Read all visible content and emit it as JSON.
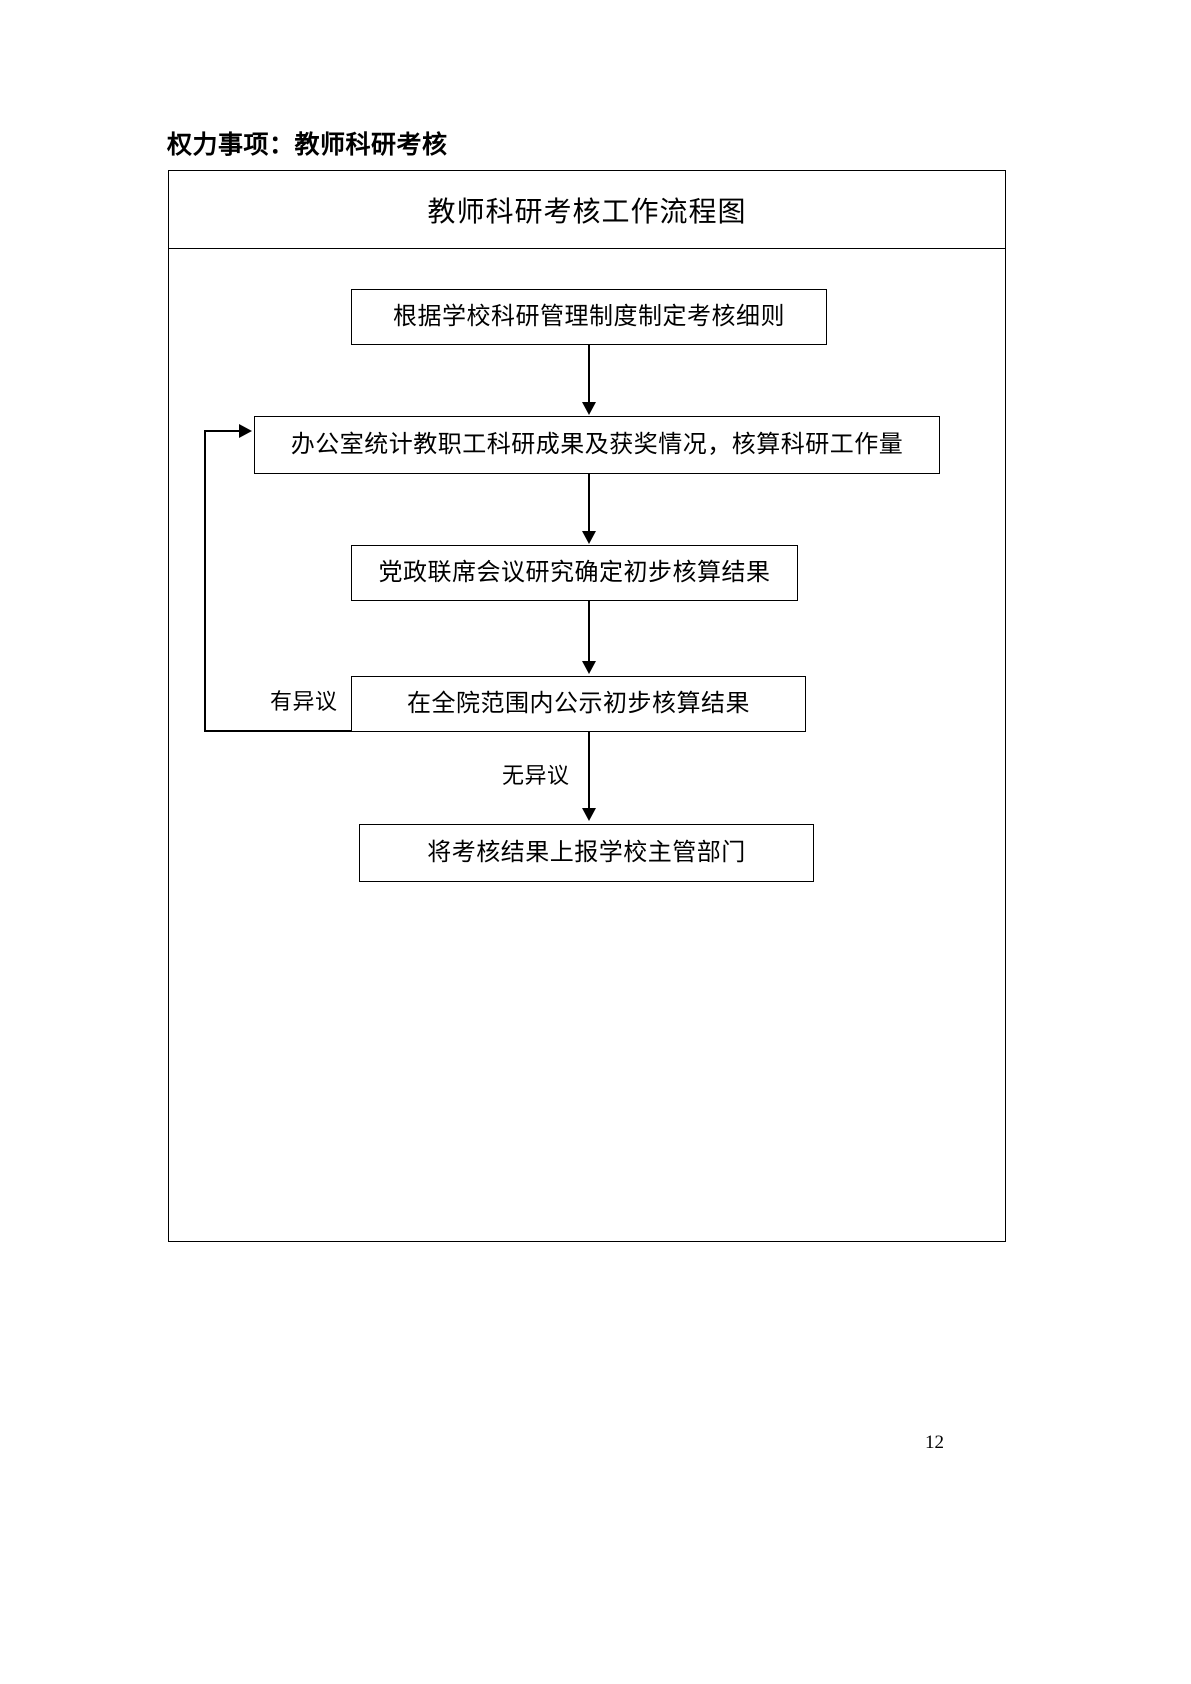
{
  "document": {
    "heading": "权力事项：教师科研考核",
    "page_number": "12"
  },
  "flowchart": {
    "title": "教师科研考核工作流程图",
    "nodes": [
      {
        "id": "n1",
        "label": "根据学校科研管理制度制定考核细则"
      },
      {
        "id": "n2",
        "label": "办公室统计教职工科研成果及获奖情况，核算科研工作量"
      },
      {
        "id": "n3",
        "label": "党政联席会议研究确定初步核算结果"
      },
      {
        "id": "n4",
        "label": "在全院范围内公示初步核算结果"
      },
      {
        "id": "n5",
        "label": "将考核结果上报学校主管部门"
      }
    ],
    "edges": [
      {
        "from": "n1",
        "to": "n2",
        "label": ""
      },
      {
        "from": "n2",
        "to": "n3",
        "label": ""
      },
      {
        "from": "n3",
        "to": "n4",
        "label": ""
      },
      {
        "from": "n4",
        "to": "n5",
        "label": "无异议"
      },
      {
        "from": "n4",
        "to": "n2",
        "label": "有异议"
      }
    ],
    "labels": {
      "has_dissent": "有异议",
      "no_dissent": "无异议"
    },
    "colors": {
      "stroke": "#000000",
      "background": "#ffffff"
    }
  }
}
